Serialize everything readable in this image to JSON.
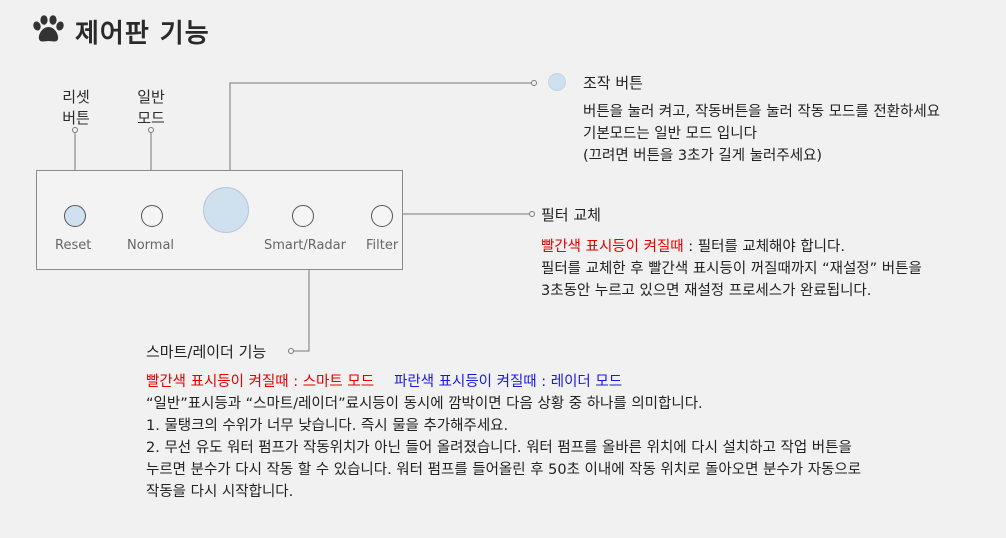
{
  "title": "제어판 기능",
  "icon": "paw-icon",
  "labels": {
    "reset_top_1": "리셋",
    "reset_top_2": "버튼",
    "normal_top_1": "일반",
    "normal_top_2": "모드"
  },
  "panel": {
    "reset": "Reset",
    "normal": "Normal",
    "smart_radar": "Smart/Radar",
    "filter": "Filter"
  },
  "control": {
    "title": "조작 버튼",
    "lines": [
      "버튼을 눌러 켜고, 작동버튼을 눌러 작동 모드를 전환하세요",
      "기본모드는 일반 모드 입니다",
      "(끄려면 버튼을 3초가 길게 눌러주세요)"
    ]
  },
  "filter": {
    "title": "필터 교체",
    "red_text": "빨간색 표시등이 켜질때",
    "line1_rest": " : 필터를 교체해야 합니다.",
    "line2": "필터를 교체한 후 빨간색 표시등이 꺼질때까지 “재설정” 버튼을",
    "line3": "3초동안 누르고 있으면 재설정 프로세스가 완료됩니다."
  },
  "smart": {
    "title": "스마트/레이더 기능",
    "red_text": "빨간색 표시등이 켜질때 : 스마트 모드",
    "blue_text": "파란색 표시등이 켜질때 : 레이더 모드",
    "lines": [
      "“일반”표시등과 “스마트/레이더”료시등이 동시에 깜박이면 다음 상황 중 하나를 의미합니다.",
      "1. 물탱크의 수위가 너무 낮습니다. 즉시 물을 추가해주세요.",
      "2. 무선 유도 워터 펌프가 작동위치가 아닌 들어 올려졌습니다. 워터 펌프를 올바른 위치에 다시 설치하고 작업 버튼을",
      "누르면 분수가 다시 작동 할 수 있습니다. 워터 펌프를 들어올린 후 50초 이내에 작동 위치로 돌아오면 분수가 자동으로",
      "작동을 다시 시작합니다."
    ]
  },
  "colors": {
    "accent_button": "#cfe0ef",
    "red": "#e20000",
    "blue": "#1a1adf"
  }
}
